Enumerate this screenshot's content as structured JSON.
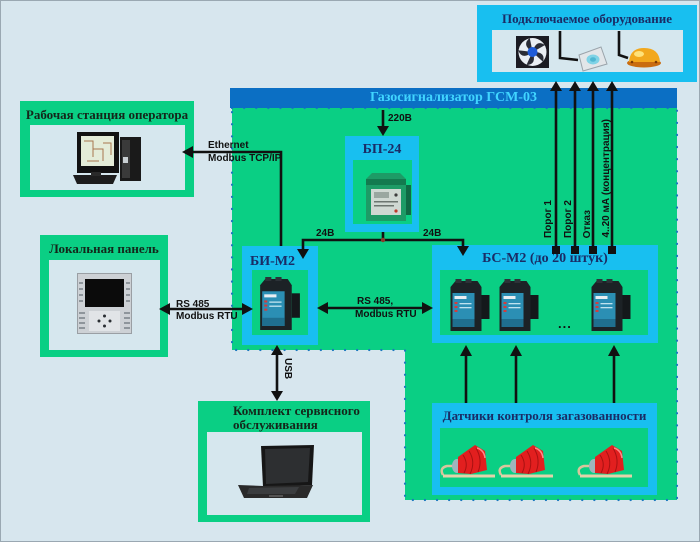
{
  "diagram": {
    "system_title": "Газосигнализатор ГСМ-03",
    "equipment": {
      "title": "Подключаемое оборудование",
      "icons": [
        "fan-icon",
        "siren-icon",
        "beacon-lamp-icon"
      ]
    },
    "workstation": {
      "title": "Рабочая станция оператора",
      "icon": "computer-icon"
    },
    "local_panel": {
      "title": "Локальная панель",
      "icon": "operator-panel-icon"
    },
    "service_kit": {
      "title_lines": [
        "Комплект сервисного",
        "обслуживания"
      ],
      "icon": "laptop-icon"
    },
    "power_supply": {
      "title": "БП-24",
      "icon": "power-module-icon"
    },
    "interface_unit": {
      "title": "БИ-М2",
      "icon": "din-module-icon"
    },
    "signal_units": {
      "title": "БС-М2 (до 20 штук)",
      "shown_count": 3,
      "ellipsis": "...",
      "icon": "din-module-icon"
    },
    "sensors": {
      "title": "Датчики контроля загазованности",
      "shown_count": 3,
      "icon": "gas-sensor-icon"
    }
  },
  "connections": {
    "mains": "220В",
    "ethernet": [
      "Ethernet",
      "Modbus TCP/IP"
    ],
    "dc_left": "24В",
    "dc_right": "24В",
    "rs485_panel": [
      "RS 485",
      "Modbus RTU"
    ],
    "rs485_units": [
      "RS 485,",
      "Modbus RTU"
    ],
    "usb": "USB",
    "outputs": [
      "Порог 1",
      "Порог 2",
      "Отказ",
      "4..20 мА (концентрация)"
    ]
  },
  "colors": {
    "background": "#d7e6ee",
    "green": "#0acf84",
    "cyan": "#18bff0",
    "header_blue": "#0b6fc4",
    "header_text": "#40d5ff",
    "title_navy": "#1a2c66",
    "title_dark": "#14261a",
    "arrow": "#111111"
  }
}
